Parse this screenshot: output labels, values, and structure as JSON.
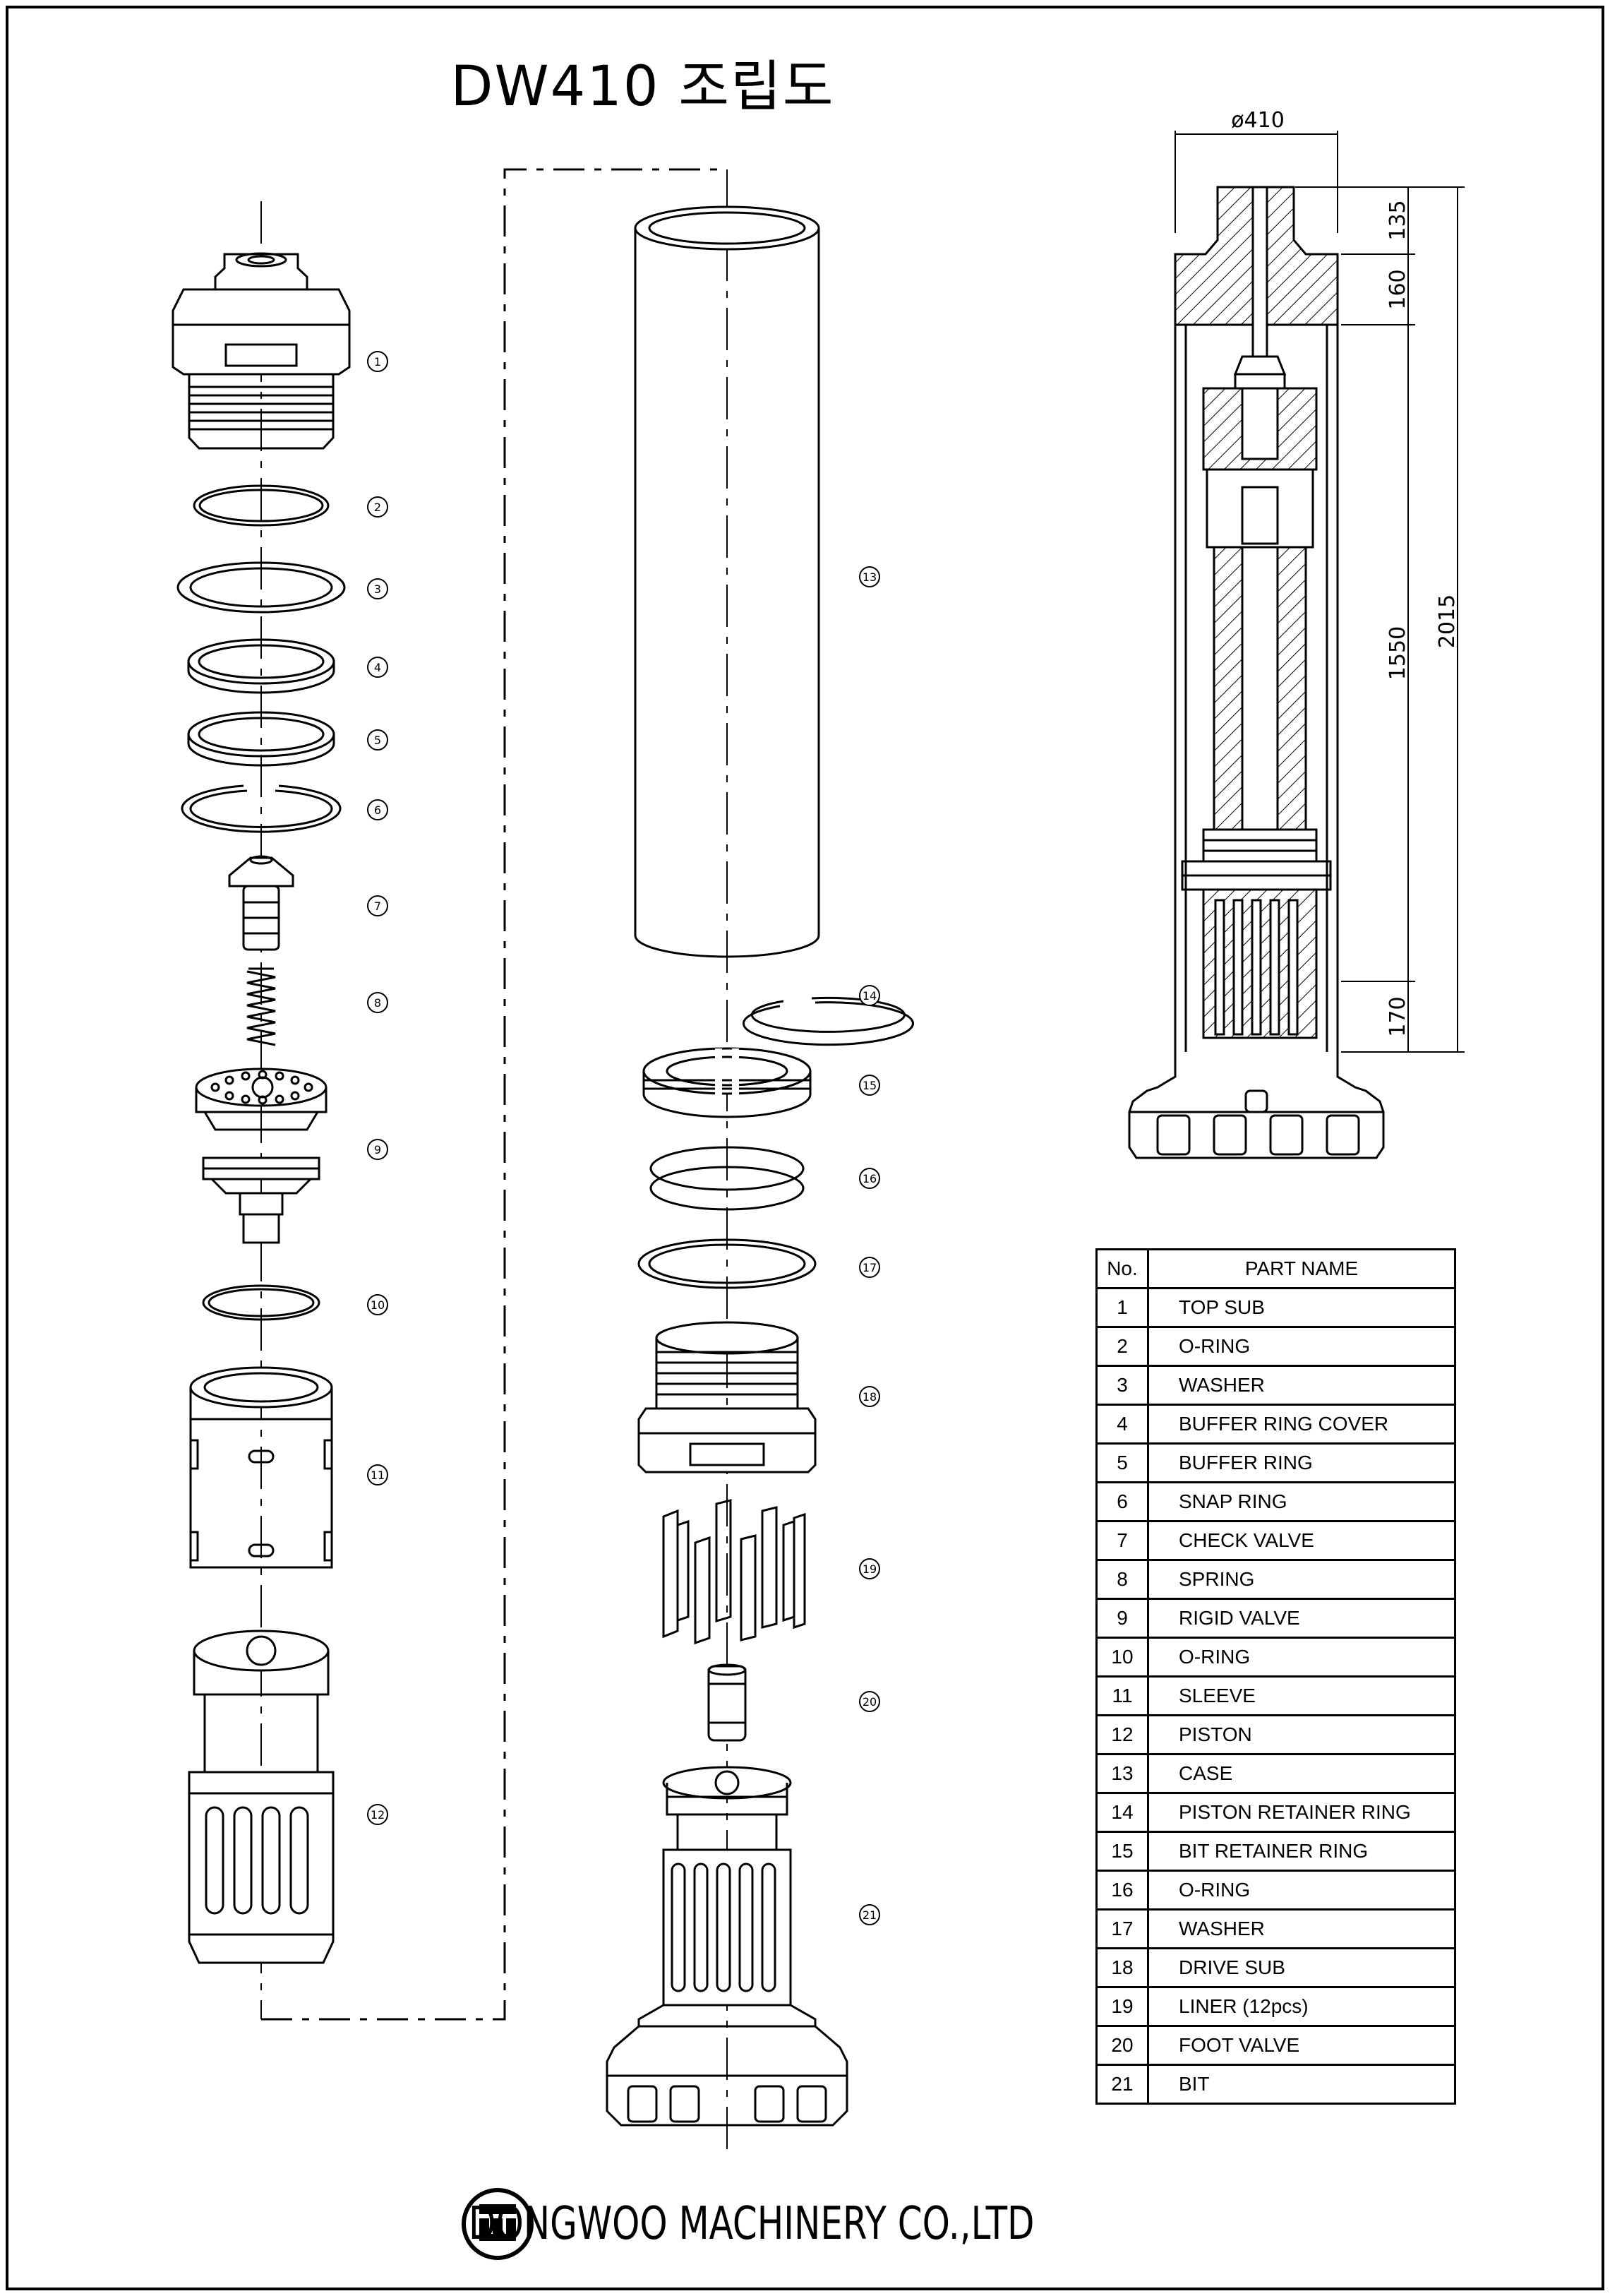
{
  "title": "DW410 조립도",
  "company": "DONGWOO MACHINERY CO.,LTD",
  "dimensions": {
    "diameter": "ø410",
    "d135": "135",
    "d160": "160",
    "d1550": "1550",
    "d2015": "2015",
    "d170": "170"
  },
  "callouts": [
    "1",
    "2",
    "3",
    "4",
    "5",
    "6",
    "7",
    "8",
    "9",
    "10",
    "11",
    "12",
    "13",
    "14",
    "15",
    "16",
    "17",
    "18",
    "19",
    "20",
    "21"
  ],
  "table": {
    "header_no": "No.",
    "header_name": "PART NAME",
    "rows": [
      {
        "no": "1",
        "name": "TOP SUB"
      },
      {
        "no": "2",
        "name": "O-RING"
      },
      {
        "no": "3",
        "name": "WASHER"
      },
      {
        "no": "4",
        "name": "BUFFER RING COVER"
      },
      {
        "no": "5",
        "name": "BUFFER RING"
      },
      {
        "no": "6",
        "name": "SNAP RING"
      },
      {
        "no": "7",
        "name": "CHECK VALVE"
      },
      {
        "no": "8",
        "name": "SPRING"
      },
      {
        "no": "9",
        "name": "RIGID VALVE"
      },
      {
        "no": "10",
        "name": "O-RING"
      },
      {
        "no": "11",
        "name": "SLEEVE"
      },
      {
        "no": "12",
        "name": "PISTON"
      },
      {
        "no": "13",
        "name": "CASE"
      },
      {
        "no": "14",
        "name": "PISTON RETAINER RING"
      },
      {
        "no": "15",
        "name": "BIT RETAINER RING"
      },
      {
        "no": "16",
        "name": "O-RING"
      },
      {
        "no": "17",
        "name": "WASHER"
      },
      {
        "no": "18",
        "name": "DRIVE SUB"
      },
      {
        "no": "19",
        "name": "LINER (12pcs)"
      },
      {
        "no": "20",
        "name": "FOOT VALVE"
      },
      {
        "no": "21",
        "name": "BIT"
      }
    ]
  }
}
